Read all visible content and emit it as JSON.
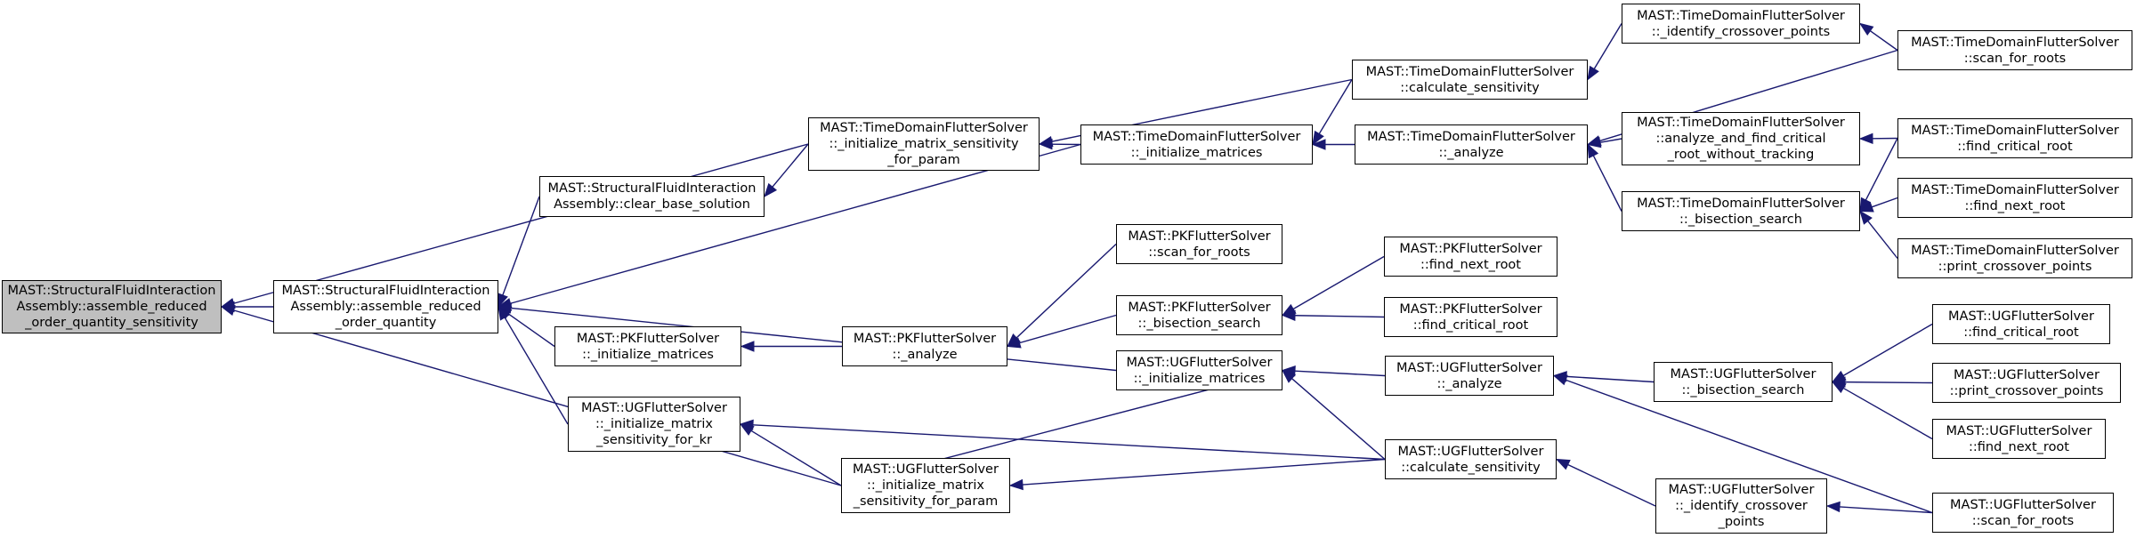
{
  "graph": {
    "edge_color": "#191970",
    "root_fill": "#bfbfbf",
    "nodes": [
      {
        "id": "root",
        "lines": [
          "MAST::StructuralFluidInteraction",
          "Assembly::assemble_reduced",
          "_order_quantity_sensitivity"
        ]
      },
      {
        "id": "sfi_arq",
        "lines": [
          "MAST::StructuralFluidInteraction",
          "Assembly::assemble_reduced",
          "_order_quantity"
        ]
      },
      {
        "id": "sfi_cbs",
        "lines": [
          "MAST::StructuralFluidInteraction",
          "Assembly::clear_base_solution"
        ]
      },
      {
        "id": "td_ims",
        "lines": [
          "MAST::TimeDomainFlutterSolver",
          "::_initialize_matrix_sensitivity",
          "_for_param"
        ]
      },
      {
        "id": "td_im",
        "lines": [
          "MAST::TimeDomainFlutterSolver",
          "::_initialize_matrices"
        ]
      },
      {
        "id": "td_cs",
        "lines": [
          "MAST::TimeDomainFlutterSolver",
          "::calculate_sensitivity"
        ]
      },
      {
        "id": "td_an",
        "lines": [
          "MAST::TimeDomainFlutterSolver",
          "::_analyze"
        ]
      },
      {
        "id": "td_icp",
        "lines": [
          "MAST::TimeDomainFlutterSolver",
          "::_identify_crossover_points"
        ]
      },
      {
        "id": "td_afcr",
        "lines": [
          "MAST::TimeDomainFlutterSolver",
          "::analyze_and_find_critical",
          "_root_without_tracking"
        ]
      },
      {
        "id": "td_bs",
        "lines": [
          "MAST::TimeDomainFlutterSolver",
          "::_bisection_search"
        ]
      },
      {
        "id": "td_sfr",
        "lines": [
          "MAST::TimeDomainFlutterSolver",
          "::scan_for_roots"
        ]
      },
      {
        "id": "td_fcr",
        "lines": [
          "MAST::TimeDomainFlutterSolver",
          "::find_critical_root"
        ]
      },
      {
        "id": "td_fnr",
        "lines": [
          "MAST::TimeDomainFlutterSolver",
          "::find_next_root"
        ]
      },
      {
        "id": "td_pcp",
        "lines": [
          "MAST::TimeDomainFlutterSolver",
          "::print_crossover_points"
        ]
      },
      {
        "id": "pk_im",
        "lines": [
          "MAST::PKFlutterSolver",
          "::_initialize_matrices"
        ]
      },
      {
        "id": "pk_an",
        "lines": [
          "MAST::PKFlutterSolver",
          "::_analyze"
        ]
      },
      {
        "id": "pk_sfr",
        "lines": [
          "MAST::PKFlutterSolver",
          "::scan_for_roots"
        ]
      },
      {
        "id": "pk_bs",
        "lines": [
          "MAST::PKFlutterSolver",
          "::_bisection_search"
        ]
      },
      {
        "id": "pk_fnr",
        "lines": [
          "MAST::PKFlutterSolver",
          "::find_next_root"
        ]
      },
      {
        "id": "pk_fcr",
        "lines": [
          "MAST::PKFlutterSolver",
          "::find_critical_root"
        ]
      },
      {
        "id": "ug_imskr",
        "lines": [
          "MAST::UGFlutterSolver",
          "::_initialize_matrix",
          "_sensitivity_for_kr"
        ]
      },
      {
        "id": "ug_imsp",
        "lines": [
          "MAST::UGFlutterSolver",
          "::_initialize_matrix",
          "_sensitivity_for_param"
        ]
      },
      {
        "id": "ug_im",
        "lines": [
          "MAST::UGFlutterSolver",
          "::_initialize_matrices"
        ]
      },
      {
        "id": "ug_an",
        "lines": [
          "MAST::UGFlutterSolver",
          "::_analyze"
        ]
      },
      {
        "id": "ug_cs",
        "lines": [
          "MAST::UGFlutterSolver",
          "::calculate_sensitivity"
        ]
      },
      {
        "id": "ug_bs",
        "lines": [
          "MAST::UGFlutterSolver",
          "::_bisection_search"
        ]
      },
      {
        "id": "ug_icp",
        "lines": [
          "MAST::UGFlutterSolver",
          "::_identify_crossover",
          "_points"
        ]
      },
      {
        "id": "ug_fcr",
        "lines": [
          "MAST::UGFlutterSolver",
          "::find_critical_root"
        ]
      },
      {
        "id": "ug_pcp",
        "lines": [
          "MAST::UGFlutterSolver",
          "::print_crossover_points"
        ]
      },
      {
        "id": "ug_fnr",
        "lines": [
          "MAST::UGFlutterSolver",
          "::find_next_root"
        ]
      },
      {
        "id": "ug_sfr",
        "lines": [
          "MAST::UGFlutterSolver",
          "::scan_for_roots"
        ]
      }
    ],
    "edges": [
      [
        "sfi_arq",
        "root"
      ],
      [
        "td_ims",
        "root"
      ],
      [
        "ug_imsp",
        "root"
      ],
      [
        "sfi_cbs",
        "sfi_arq"
      ],
      [
        "td_im",
        "sfi_arq"
      ],
      [
        "pk_im",
        "sfi_arq"
      ],
      [
        "ug_im",
        "sfi_arq"
      ],
      [
        "ug_imskr",
        "sfi_arq"
      ],
      [
        "td_ims",
        "sfi_cbs"
      ],
      [
        "td_cs",
        "td_ims"
      ],
      [
        "td_im",
        "td_ims"
      ],
      [
        "td_cs",
        "td_im"
      ],
      [
        "td_an",
        "td_im"
      ],
      [
        "td_icp",
        "td_cs"
      ],
      [
        "td_sfr",
        "td_an"
      ],
      [
        "td_afcr",
        "td_an"
      ],
      [
        "td_bs",
        "td_an"
      ],
      [
        "td_sfr",
        "td_icp"
      ],
      [
        "td_fcr",
        "td_afcr"
      ],
      [
        "td_fcr",
        "td_bs"
      ],
      [
        "td_fnr",
        "td_bs"
      ],
      [
        "td_pcp",
        "td_bs"
      ],
      [
        "pk_an",
        "pk_im"
      ],
      [
        "pk_sfr",
        "pk_an"
      ],
      [
        "pk_bs",
        "pk_an"
      ],
      [
        "pk_fnr",
        "pk_bs"
      ],
      [
        "pk_fcr",
        "pk_bs"
      ],
      [
        "ug_cs",
        "ug_imskr"
      ],
      [
        "ug_imsp",
        "ug_imskr"
      ],
      [
        "ug_cs",
        "ug_imsp"
      ],
      [
        "ug_imsp",
        "ug_im"
      ],
      [
        "ug_an",
        "ug_im"
      ],
      [
        "ug_cs",
        "ug_im"
      ],
      [
        "ug_bs",
        "ug_an"
      ],
      [
        "ug_sfr",
        "ug_an"
      ],
      [
        "ug_icp",
        "ug_cs"
      ],
      [
        "ug_fcr",
        "ug_bs"
      ],
      [
        "ug_pcp",
        "ug_bs"
      ],
      [
        "ug_fnr",
        "ug_bs"
      ],
      [
        "ug_sfr",
        "ug_icp"
      ]
    ]
  }
}
